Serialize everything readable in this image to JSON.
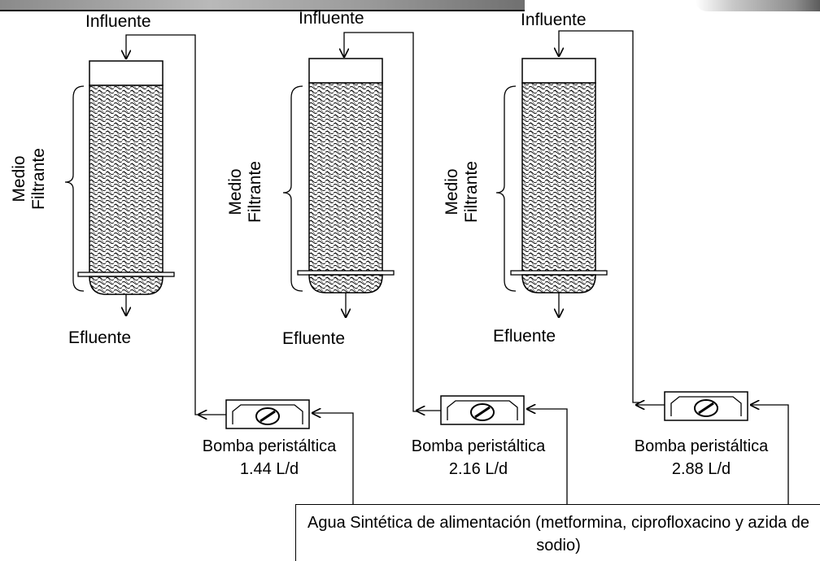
{
  "diagram": {
    "columns": [
      {
        "influent_label": "Influente",
        "media_line1": "Medio",
        "media_line2": "Filtrante",
        "effluent_label": "Efluente",
        "pump_label": "Bomba peristáltica",
        "flow_rate": "1.44 L/d"
      },
      {
        "influent_label": "Influente",
        "media_line1": "Medio",
        "media_line2": "Filtrante",
        "effluent_label": "Efluente",
        "pump_label": "Bomba peristáltica",
        "flow_rate": "2.16 L/d"
      },
      {
        "influent_label": "Influente",
        "media_line1": "Medio",
        "media_line2": "Filtrante",
        "effluent_label": "Efluente",
        "pump_label": "Bomba peristáltica",
        "flow_rate": "2.88 L/d"
      }
    ],
    "feed": {
      "text": "Agua Sintética de alimentación (metformina, ciprofloxacino y azida de sodio)"
    }
  }
}
